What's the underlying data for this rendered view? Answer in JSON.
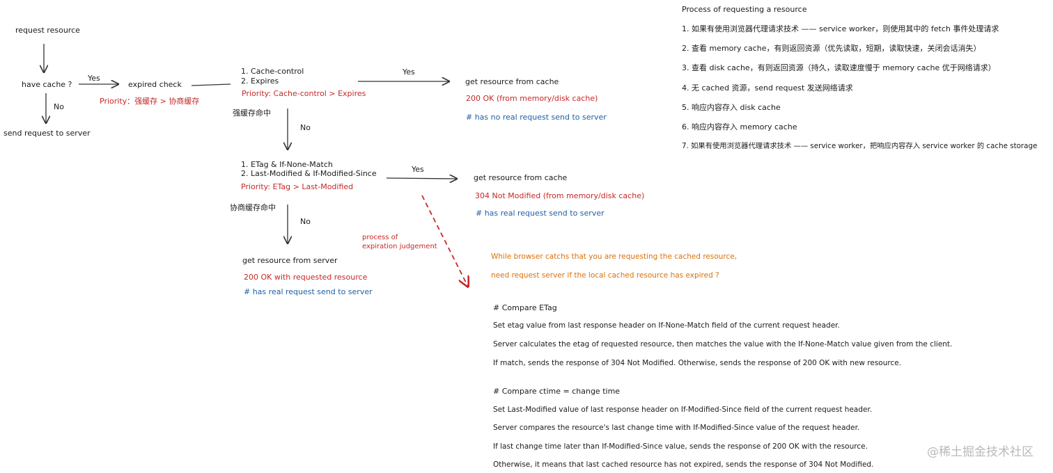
{
  "flow": {
    "request_resource": "request resource",
    "have_cache": "have cache ?",
    "yes_1": "Yes",
    "no_1": "No",
    "send_request": "send request to server",
    "expired_check": "expired check",
    "priority_1": "Priority：强缓存 > 协商缓存",
    "strong": {
      "line1": "1. Cache-control",
      "line2": "2. Expires",
      "priority": "Priority: Cache-control > Expires",
      "hit": "强缓存命中",
      "yes": "Yes",
      "no": "No"
    },
    "cache_result": {
      "title": "get resource from cache",
      "status": "200 OK (from memory/disk cache)",
      "note": "# has no real request send to server"
    },
    "negotiate": {
      "line1": "1. ETag & If-None-Match",
      "line2": "2. Last-Modified & If-Modified-Since",
      "priority": "Priority: ETag > Last-Modified",
      "hit": "协商缓存命中",
      "yes": "Yes",
      "no": "No"
    },
    "cache_result_2": {
      "title": "get resource from cache",
      "status": "304 Not Modified (from memory/disk cache)",
      "note": "# has real request send to server"
    },
    "server_result": {
      "title": "get resource from server",
      "status": "200 OK with requested resource",
      "note": "# has real request send to server"
    },
    "process_label": [
      "process of",
      "expiration judgement"
    ]
  },
  "process": {
    "title": "Process of requesting a resource",
    "steps": [
      "1. 如果有使用浏览器代理请求技术 —— service worker，则使用其中的 fetch 事件处理请求",
      "2. 查看 memory cache，有则返回资源（优先读取，短期，读取快速，关闭会话消失）",
      "3. 查看 disk cache，有则返回资源（持久，读取速度慢于 memory cache 优于网络请求）",
      "4. 无 cached 资源，send request 发送网络请求",
      "5. 响应内容存入 disk cache",
      "6. 响应内容存入 memory cache",
      "7. 如果有使用浏览器代理请求技术 —— service worker，把响应内容存入 service worker 的 cache storage"
    ]
  },
  "explanation": {
    "intro_1": "While browser catchs that you are requesting the cached resource,",
    "intro_2": "need request server if the local cached resource has expired ?",
    "etag_title": "# Compare ETag",
    "etag_lines": [
      "Set etag value from last response header on If-None-Match field of the current request header.",
      "Server calculates the etag of requested resource, then matches the value with the If-None-Match value given from the client.",
      "If match, sends the response of 304 Not Modified. Otherwise, sends the response of 200 OK with new resource."
    ],
    "ctime_title": "# Compare ctime = change time",
    "ctime_lines": [
      "Set Last-Modified value of last response header on If-Modified-Since field of the current request header.",
      "Server compares the resource's last change time with If-Modified-Since value of the request header.",
      "If last change time later than If-Modified-Since value, sends the response of 200 OK with the resource.",
      "Otherwise, it means that last cached resource has not expired, sends the response of 304 Not Modified."
    ]
  },
  "watermark": "@稀土掘金技术社区",
  "colors": {
    "red": "#c62828",
    "blue": "#1e5fa8",
    "orange": "#d9700a",
    "line": "#333333"
  }
}
